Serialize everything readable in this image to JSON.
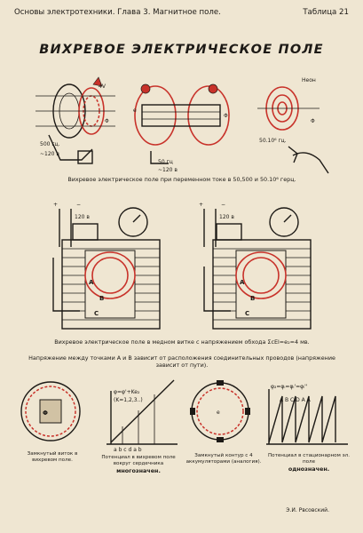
{
  "header": {
    "left": "Основы электротехники. Глава 3. Магнитное поле.",
    "right": "Таблица 21"
  },
  "title": "ВИХРЕВОЕ ЭЛЕКТРИЧЕСКОЕ ПОЛЕ",
  "captions": {
    "top": "Вихревое электрическое поле при переменном токе в 50,500 и 50.10⁶ герц.",
    "middle": "Вихревое электрическое поле в медном витке с напряжением обхода ΣcEl=e₂=4 мв.",
    "middle_note": "Напряжение между точками А и В зависит от расположения соединительных проводов (напряжение зависит от пути).",
    "panels": {
      "p1": "Замкнутый виток в вихревом поле.",
      "p2a": "Потенциал в вихревом поле вокруг сердечника",
      "p2b": "многозначен.",
      "p3": "Замкнутый контур с 4 аккумуляторами (аналогия).",
      "p4a": "Потенциал в стационарном эл. поле",
      "p4b": "однозначен."
    },
    "author": "Э.И. Рвсовский."
  },
  "labels": {
    "f500": "500 гц.",
    "v120a": "~120 в",
    "v4": "4V",
    "phi": "Φ",
    "f50": "50 гц",
    "v120b": "~120 в",
    "neon": "Неон",
    "f50e6": "50.10⁶ гц.",
    "e": "e",
    "v120c": "120 в",
    "v120d": "120 в",
    "a": "A",
    "b": "B",
    "c": "C",
    "plus": "+",
    "minus": "−",
    "phi_formula": "φ=φ'+Ke₂",
    "k_range": "(K=1,2,3..)",
    "phi_eq": "φ₂=φᵢ=φᵢ'=φᵢ''",
    "a_lower": "a b c d a b",
    "a_upper": "A B C D A A"
  }
}
